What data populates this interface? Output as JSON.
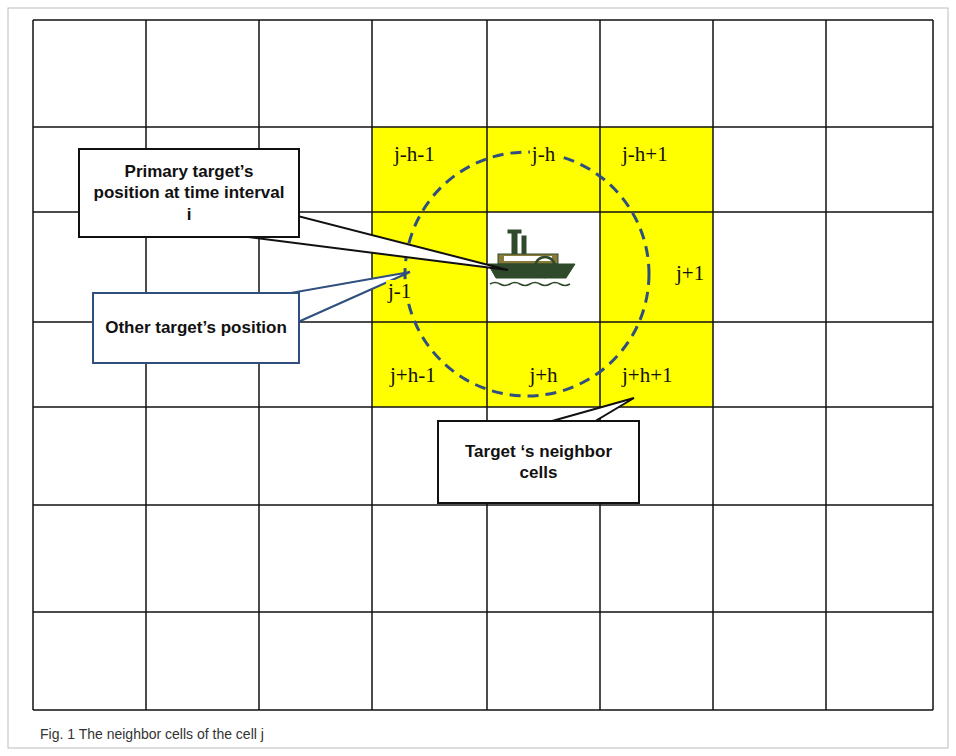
{
  "diagram": {
    "caption": "Fig. 1 The neighbor cells of the cell j",
    "nodes": [
      {
        "text": [
          "j-h-1"
        ]
      },
      {
        "text": [
          "j-h"
        ]
      },
      {
        "text": [
          "j-h+1"
        ]
      },
      {
        "text": [
          "Primary target’s position at time interval i"
        ]
      },
      {
        "text": [
          "j-1"
        ]
      },
      {
        "text": [
          "j+1"
        ]
      },
      {
        "text": [
          "Other target’s position"
        ]
      },
      {
        "text": [
          "j+h-1"
        ]
      },
      {
        "text": [
          "j+h"
        ]
      },
      {
        "text": [
          "j+h+1"
        ]
      },
      {
        "text": [
          "Target ‘s neighbor cells"
        ]
      }
    ]
  }
}
